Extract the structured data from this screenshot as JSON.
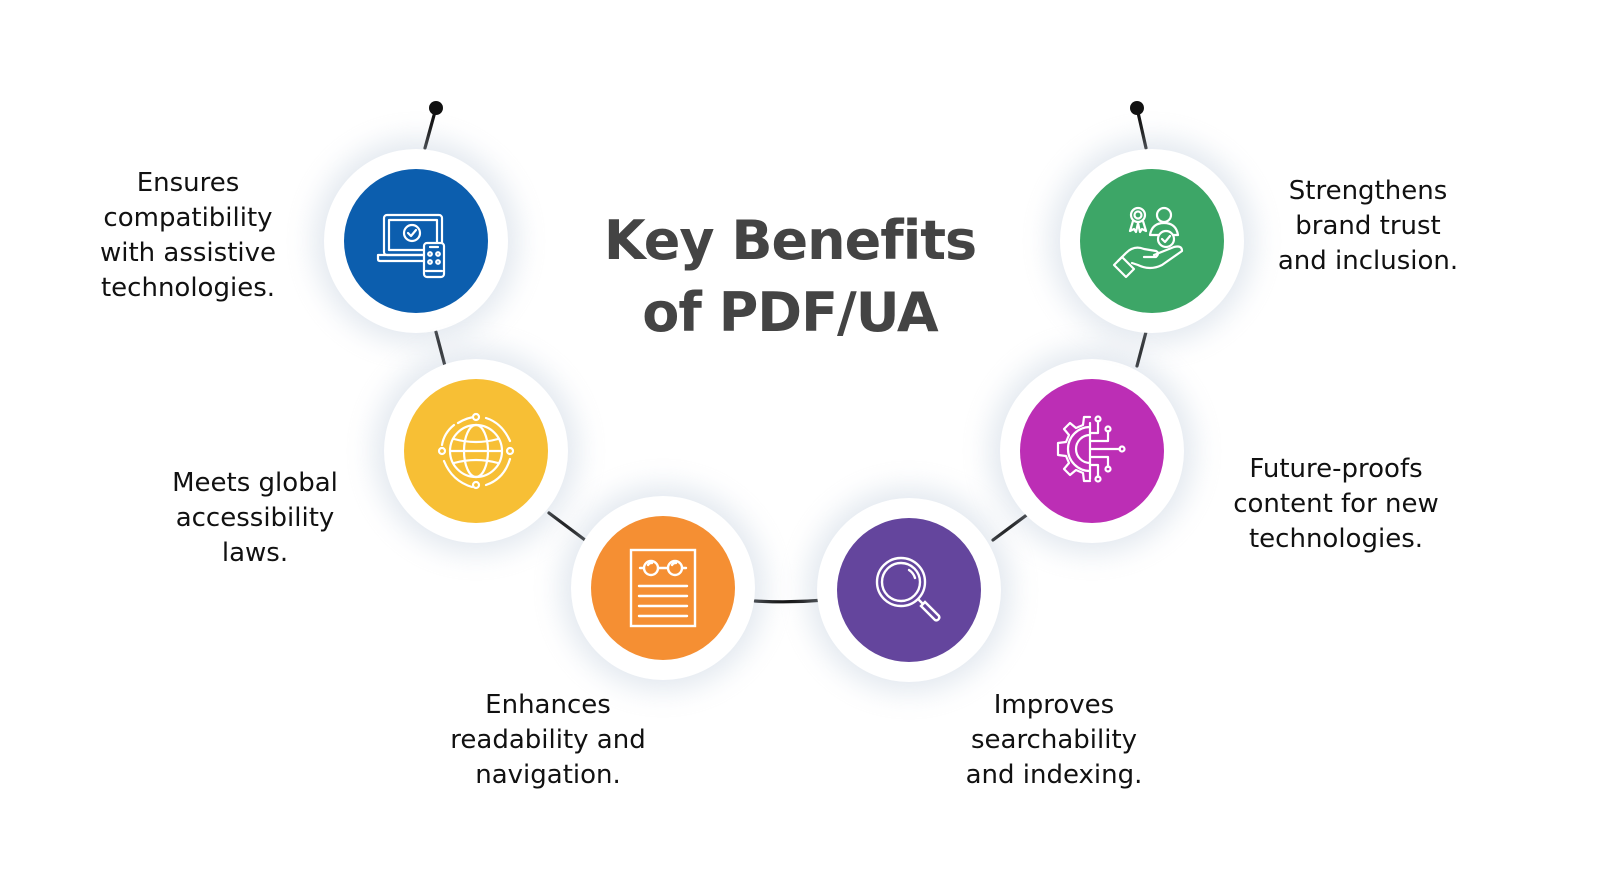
{
  "title": {
    "line1": "Key Benefits",
    "line2": "of PDF/UA"
  },
  "benefits": [
    {
      "id": "compatibility",
      "icon": "laptop-phone-check-icon",
      "color": "#0C5EAE",
      "lines": [
        "Ensures",
        "compatibility",
        "with assistive",
        "technologies."
      ]
    },
    {
      "id": "global-laws",
      "icon": "globe-network-icon",
      "color": "#F7BF35",
      "lines": [
        "Meets global",
        "accessibility",
        "laws."
      ]
    },
    {
      "id": "readability",
      "icon": "document-glasses-icon",
      "color": "#F58F33",
      "lines": [
        "Enhances",
        "readability and",
        "navigation."
      ]
    },
    {
      "id": "searchability",
      "icon": "magnifier-icon",
      "color": "#64459D",
      "lines": [
        "Improves",
        "searchability",
        "and indexing."
      ]
    },
    {
      "id": "future-proof",
      "icon": "gear-circuit-icon",
      "color": "#BC2EB5",
      "lines": [
        "Future-proofs",
        "content for new",
        "technologies."
      ]
    },
    {
      "id": "brand-trust",
      "icon": "hand-award-user-icon",
      "color": "#3DA667",
      "lines": [
        "Strengthens",
        "brand trust",
        "and inclusion."
      ]
    }
  ]
}
